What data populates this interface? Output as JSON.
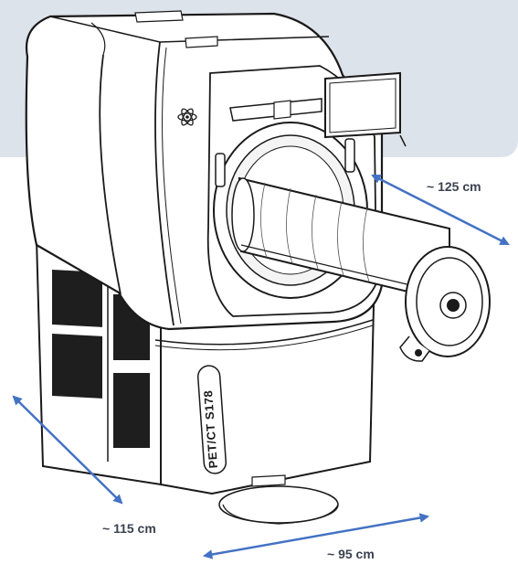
{
  "device": {
    "side_label": "PET/CT S178",
    "logo_icon": "atom-logo-icon"
  },
  "dimensions": {
    "depth_label": "~ 125 cm",
    "width_label": "~ 115 cm",
    "height_label": "~ 95 cm"
  },
  "colors": {
    "backdrop_panel": "#dde3ea",
    "dimension_arrow": "#4472c4",
    "line_art": "#1a1a1a",
    "vent_fill": "#1e1e1e"
  }
}
